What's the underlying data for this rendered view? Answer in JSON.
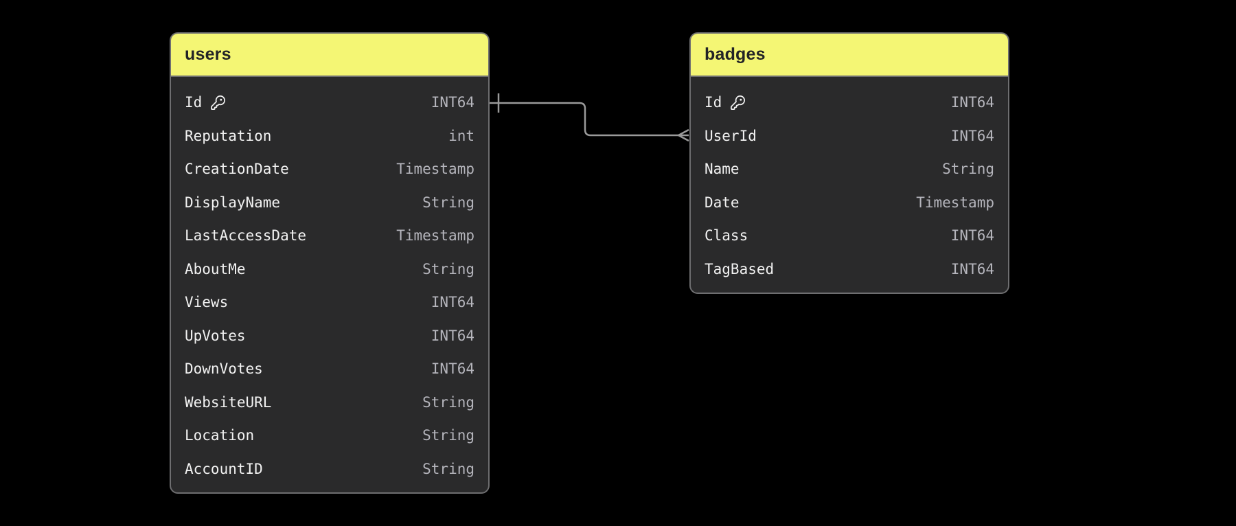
{
  "canvas": {
    "background": "#000000"
  },
  "colors": {
    "canvas_bg": "#000000",
    "card_bg": "#2a2a2b",
    "card_border": "#6e6e70",
    "header_bg": "#f4f674",
    "header_text": "#222326",
    "field_text": "#f2f2f2",
    "type_text": "#b5b5bc",
    "connector": "#9a9a9a"
  },
  "tables": [
    {
      "name": "users",
      "fields": [
        {
          "name": "Id",
          "type": "INT64",
          "primary_key": true,
          "key_icon": "key-icon"
        },
        {
          "name": "Reputation",
          "type": "int",
          "primary_key": false
        },
        {
          "name": "CreationDate",
          "type": "Timestamp",
          "primary_key": false
        },
        {
          "name": "DisplayName",
          "type": "String",
          "primary_key": false
        },
        {
          "name": "LastAccessDate",
          "type": "Timestamp",
          "primary_key": false
        },
        {
          "name": "AboutMe",
          "type": "String",
          "primary_key": false
        },
        {
          "name": "Views",
          "type": "INT64",
          "primary_key": false
        },
        {
          "name": "UpVotes",
          "type": "INT64",
          "primary_key": false
        },
        {
          "name": "DownVotes",
          "type": "INT64",
          "primary_key": false
        },
        {
          "name": "WebsiteURL",
          "type": "String",
          "primary_key": false
        },
        {
          "name": "Location",
          "type": "String",
          "primary_key": false
        },
        {
          "name": "AccountID",
          "type": "String",
          "primary_key": false
        }
      ]
    },
    {
      "name": "badges",
      "fields": [
        {
          "name": "Id",
          "type": "INT64",
          "primary_key": true,
          "key_icon": "key-icon"
        },
        {
          "name": "UserId",
          "type": "INT64",
          "primary_key": false
        },
        {
          "name": "Name",
          "type": "String",
          "primary_key": false
        },
        {
          "name": "Date",
          "type": "Timestamp",
          "primary_key": false
        },
        {
          "name": "Class",
          "type": "INT64",
          "primary_key": false
        },
        {
          "name": "TagBased",
          "type": "INT64",
          "primary_key": false
        }
      ]
    }
  ],
  "relationship": {
    "from_table": "users",
    "from_field": "Id",
    "from_cardinality": "one",
    "to_table": "badges",
    "to_field": "UserId",
    "to_cardinality": "many"
  }
}
